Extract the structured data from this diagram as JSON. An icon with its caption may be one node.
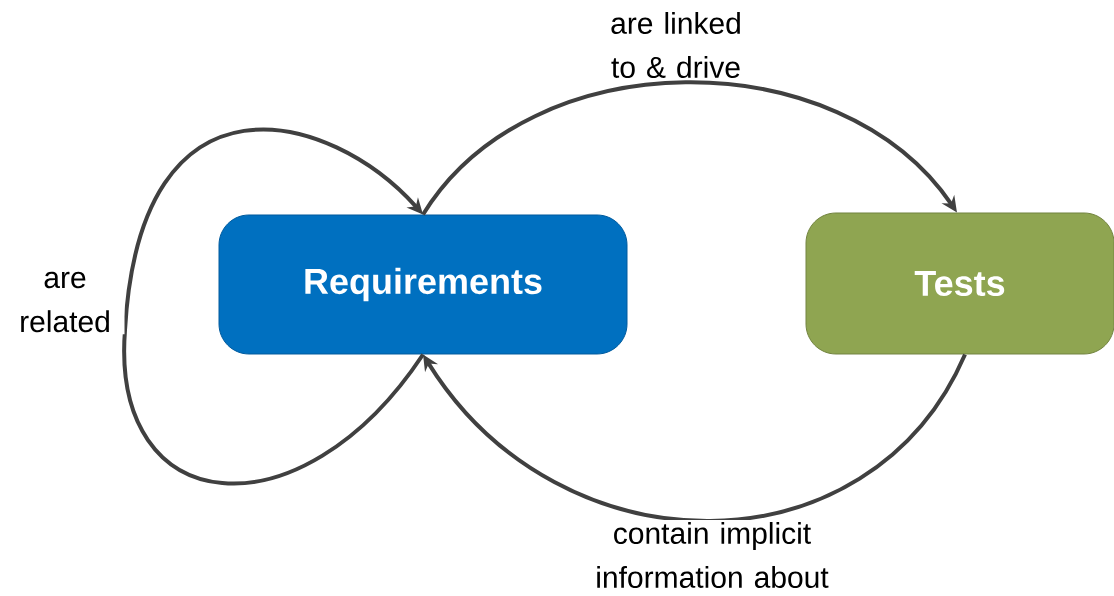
{
  "diagram": {
    "nodes": [
      {
        "text": [
          "Requirements"
        ]
      },
      {
        "text": [
          "Tests"
        ]
      }
    ],
    "edges": [
      {
        "from": 0,
        "to": 0,
        "arrow": "to",
        "label": "are related"
      },
      {
        "from": 0,
        "to": 1,
        "arrow": "to",
        "label": "are linked to & drive"
      },
      {
        "from": 1,
        "to": 0,
        "arrow": "to",
        "label": "contain implicit information about"
      }
    ]
  }
}
